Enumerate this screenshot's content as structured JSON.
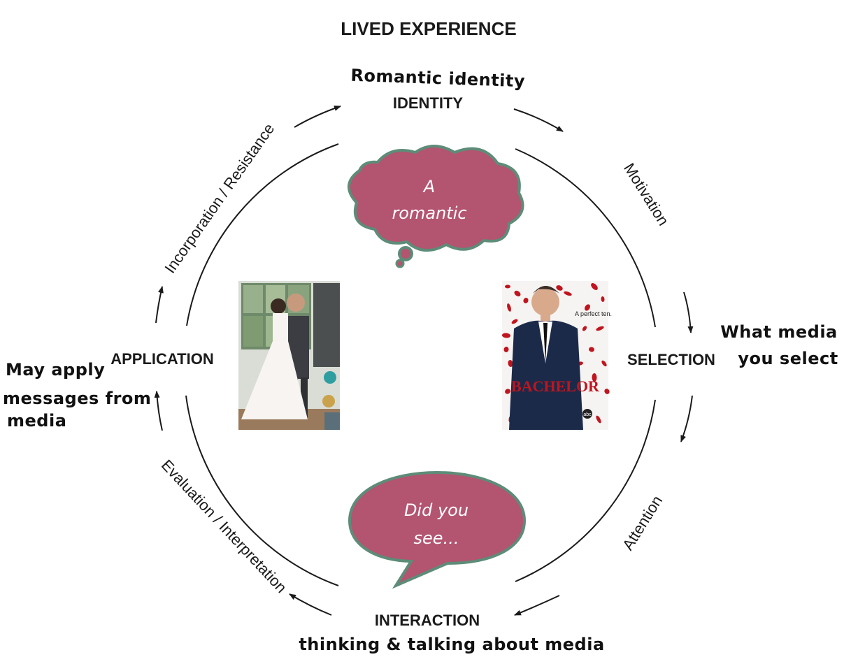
{
  "title": "LIVED EXPERIENCE",
  "nodes": {
    "identity": "IDENTITY",
    "selection": "SELECTION",
    "interaction": "INTERACTION",
    "application": "APPLICATION"
  },
  "edges": {
    "motivation": "Motivation",
    "attention": "Attention",
    "evaluation": "Evaluation / Interpretation",
    "incorporation": "Incorporation / Resistance"
  },
  "annotations": {
    "identity_note": "Romantic identity",
    "selection_note_1": "What media",
    "selection_note_2": "you select",
    "application_note_1": "May apply",
    "application_note_2": "messages from",
    "application_note_3": "media",
    "interaction_note": "thinking & talking about media"
  },
  "bubbles": {
    "thought_line_1": "A",
    "thought_line_2": "romantic",
    "speech_line_1": "Did you",
    "speech_line_2": "see..."
  },
  "poster": {
    "logo": "BACHELOR",
    "tagline": "A perfect ten.",
    "network": "abc"
  },
  "colors": {
    "bubble_fill": "#b35470",
    "bubble_stroke": "#5d8c79",
    "poster_petal": "#c0151e"
  },
  "icons": {
    "wedding_photo": "wedding-couple-kiss-image",
    "bachelor_poster": "bachelor-tv-poster-image"
  }
}
